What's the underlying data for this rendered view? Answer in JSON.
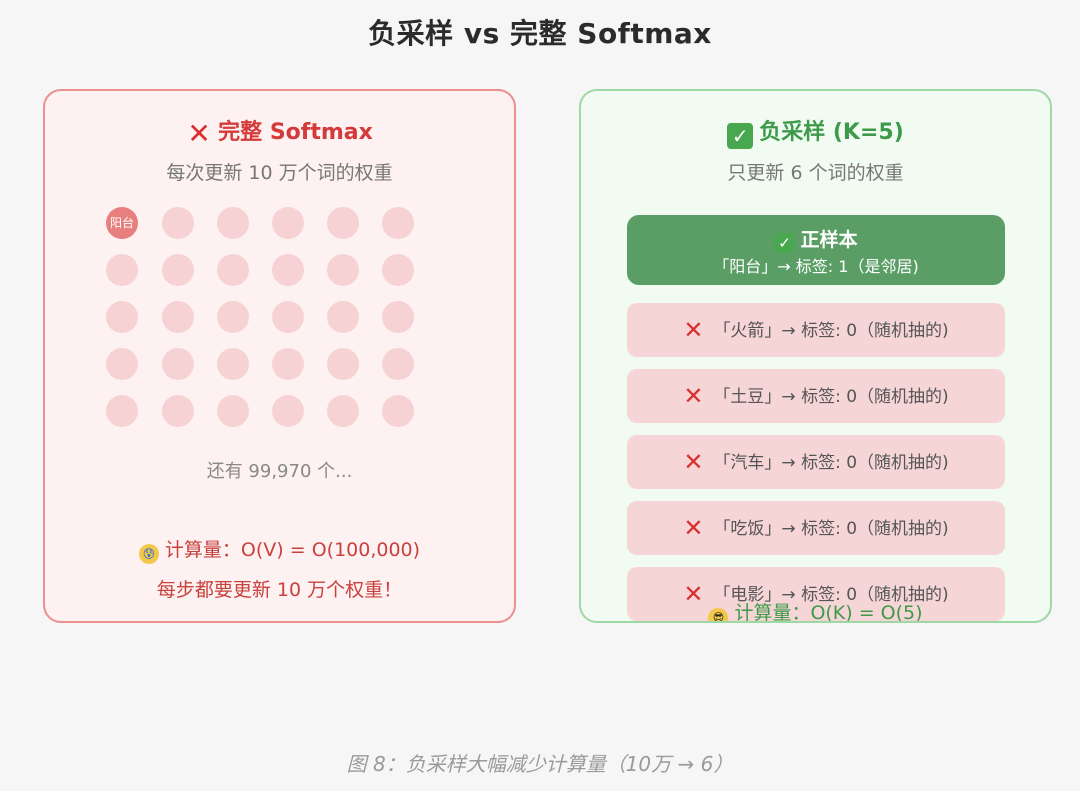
{
  "title": "负采样 vs 完整 Softmax",
  "left_panel": {
    "icon": "close-icon",
    "title": "完整 Softmax",
    "subtitle": "每次更新 10 万个词的权重",
    "highlight_word": "阳台",
    "remaining_text": "还有 99,970 个...",
    "cost_emoji": "anxious-face-icon",
    "cost_text": "计算量：O(V) = O(100,000)",
    "warning_text": "每步都要更新 10 万个权重！",
    "accent_color": "#d43a3a",
    "dot_color": "#f6d2d4",
    "active_dot_color": "#e87f7f"
  },
  "right_panel": {
    "icon": "checkmark-icon",
    "title": "负采样 (K=5)",
    "subtitle": "只更新 6 个词的权重",
    "positive": {
      "icon": "checkmark-icon",
      "title": "正样本",
      "text": "「阳台」→ 标签: 1（是邻居)"
    },
    "negatives": [
      {
        "icon": "close-icon",
        "text": "「火箭」→ 标签: 0（随机抽的)"
      },
      {
        "icon": "close-icon",
        "text": "「土豆」→ 标签: 0（随机抽的)"
      },
      {
        "icon": "close-icon",
        "text": "「汽车」→ 标签: 0（随机抽的)"
      },
      {
        "icon": "close-icon",
        "text": "「吃饭」→ 标签: 0（随机抽的)"
      },
      {
        "icon": "close-icon",
        "text": "「电影」→ 标签: 0（随机抽的)"
      }
    ],
    "cost_emoji": "sunglasses-face-icon",
    "cost_text": "计算量：O(K) = O(5)",
    "accent_color": "#3d9a4b"
  },
  "caption": "图 8：负采样大幅减少计算量（10万 → 6）"
}
